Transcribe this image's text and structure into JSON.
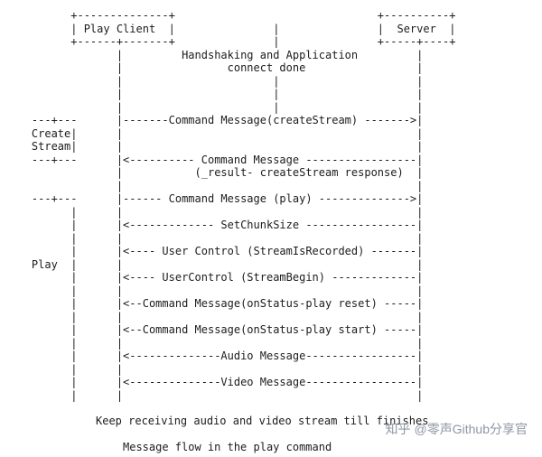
{
  "diagram": {
    "ascii_lines": [
      "          +--------------+                               +----------+",
      "          | Play Client  |               |               |  Server  |",
      "          +------+-------+               |               +-----+----+",
      "                 |         Handshaking and Application         |",
      "                 |                connect done                 |",
      "                 |                       |                     |",
      "                 |                       |                     |",
      "                 |                       |                     |",
      "    ---+---      |-------Command Message(createStream) ------->|",
      "    Create|      |                                             |",
      "    Stream|      |                                             |",
      "    ---+---      |<---------- Command Message -----------------|",
      "                 |           (_result- createStream response)  |",
      "                 |                                             |",
      "    ---+---      |------ Command Message (play) -------------->|",
      "          |      |                                             |",
      "          |      |<------------- SetChunkSize -----------------|",
      "          |      |                                             |",
      "          |      |<---- User Control (StreamIsRecorded) -------|",
      "    Play  |      |                                             |",
      "          |      |<---- UserControl (StreamBegin) -------------|",
      "          |      |                                             |",
      "          |      |<--Command Message(onStatus-play reset) -----|",
      "          |      |                                             |",
      "          |      |<--Command Message(onStatus-play start) -----|",
      "          |      |                                             |",
      "          |      |<--------------Audio Message-----------------|",
      "          |      |                                             |",
      "          |      |<--------------Video Message-----------------|",
      "          |      |                                             |"
    ],
    "caption_keep": "Keep receiving audio and video stream till finishes",
    "caption_title": "Message flow in the play command",
    "participants": [
      "Play Client",
      "Server"
    ],
    "handshake_note": "Handshaking and Application connect done",
    "phases": [
      "Create Stream",
      "Play"
    ],
    "messages": [
      {
        "from": "Play Client",
        "to": "Server",
        "label": "Command Message(createStream)"
      },
      {
        "from": "Server",
        "to": "Play Client",
        "label": "Command Message (_result- createStream response)"
      },
      {
        "from": "Play Client",
        "to": "Server",
        "label": "Command Message (play)"
      },
      {
        "from": "Server",
        "to": "Play Client",
        "label": "SetChunkSize"
      },
      {
        "from": "Server",
        "to": "Play Client",
        "label": "User Control (StreamIsRecorded)"
      },
      {
        "from": "Server",
        "to": "Play Client",
        "label": "UserControl (StreamBegin)"
      },
      {
        "from": "Server",
        "to": "Play Client",
        "label": "Command Message(onStatus-play reset)"
      },
      {
        "from": "Server",
        "to": "Play Client",
        "label": "Command Message(onStatus-play start)"
      },
      {
        "from": "Server",
        "to": "Play Client",
        "label": "Audio Message"
      },
      {
        "from": "Server",
        "to": "Play Client",
        "label": "Video Message"
      }
    ],
    "colors": {
      "text": "#1c1c1c",
      "background": "#ffffff",
      "watermark": "#8e96a3"
    }
  },
  "watermark": {
    "brand": "知乎",
    "author": "@零声Github分享官"
  }
}
